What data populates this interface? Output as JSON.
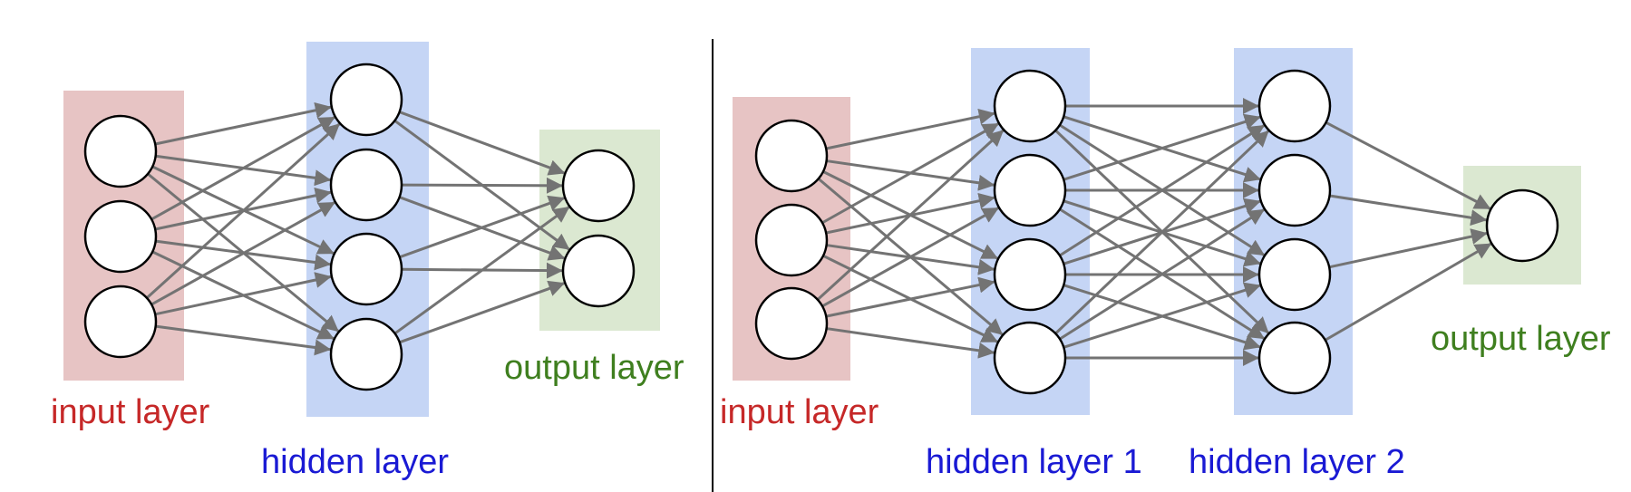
{
  "colors": {
    "input": "#c62828",
    "hidden": "#1a1ad4",
    "output": "#3f7f1f",
    "input_fill": "#e7c4c4",
    "hidden_fill": "#c5d5f5",
    "output_fill": "#dbe8d1",
    "edge": "#737373",
    "divider": "#000000"
  },
  "left_network": {
    "input_label": "input layer",
    "hidden_label": "hidden layer",
    "output_label": "output layer",
    "layer_sizes": [
      3,
      4,
      2
    ]
  },
  "right_network": {
    "input_label": "input layer",
    "hidden1_label": "hidden layer 1",
    "hidden2_label": "hidden layer 2",
    "output_label": "output layer",
    "layer_sizes": [
      3,
      4,
      4,
      1
    ]
  }
}
